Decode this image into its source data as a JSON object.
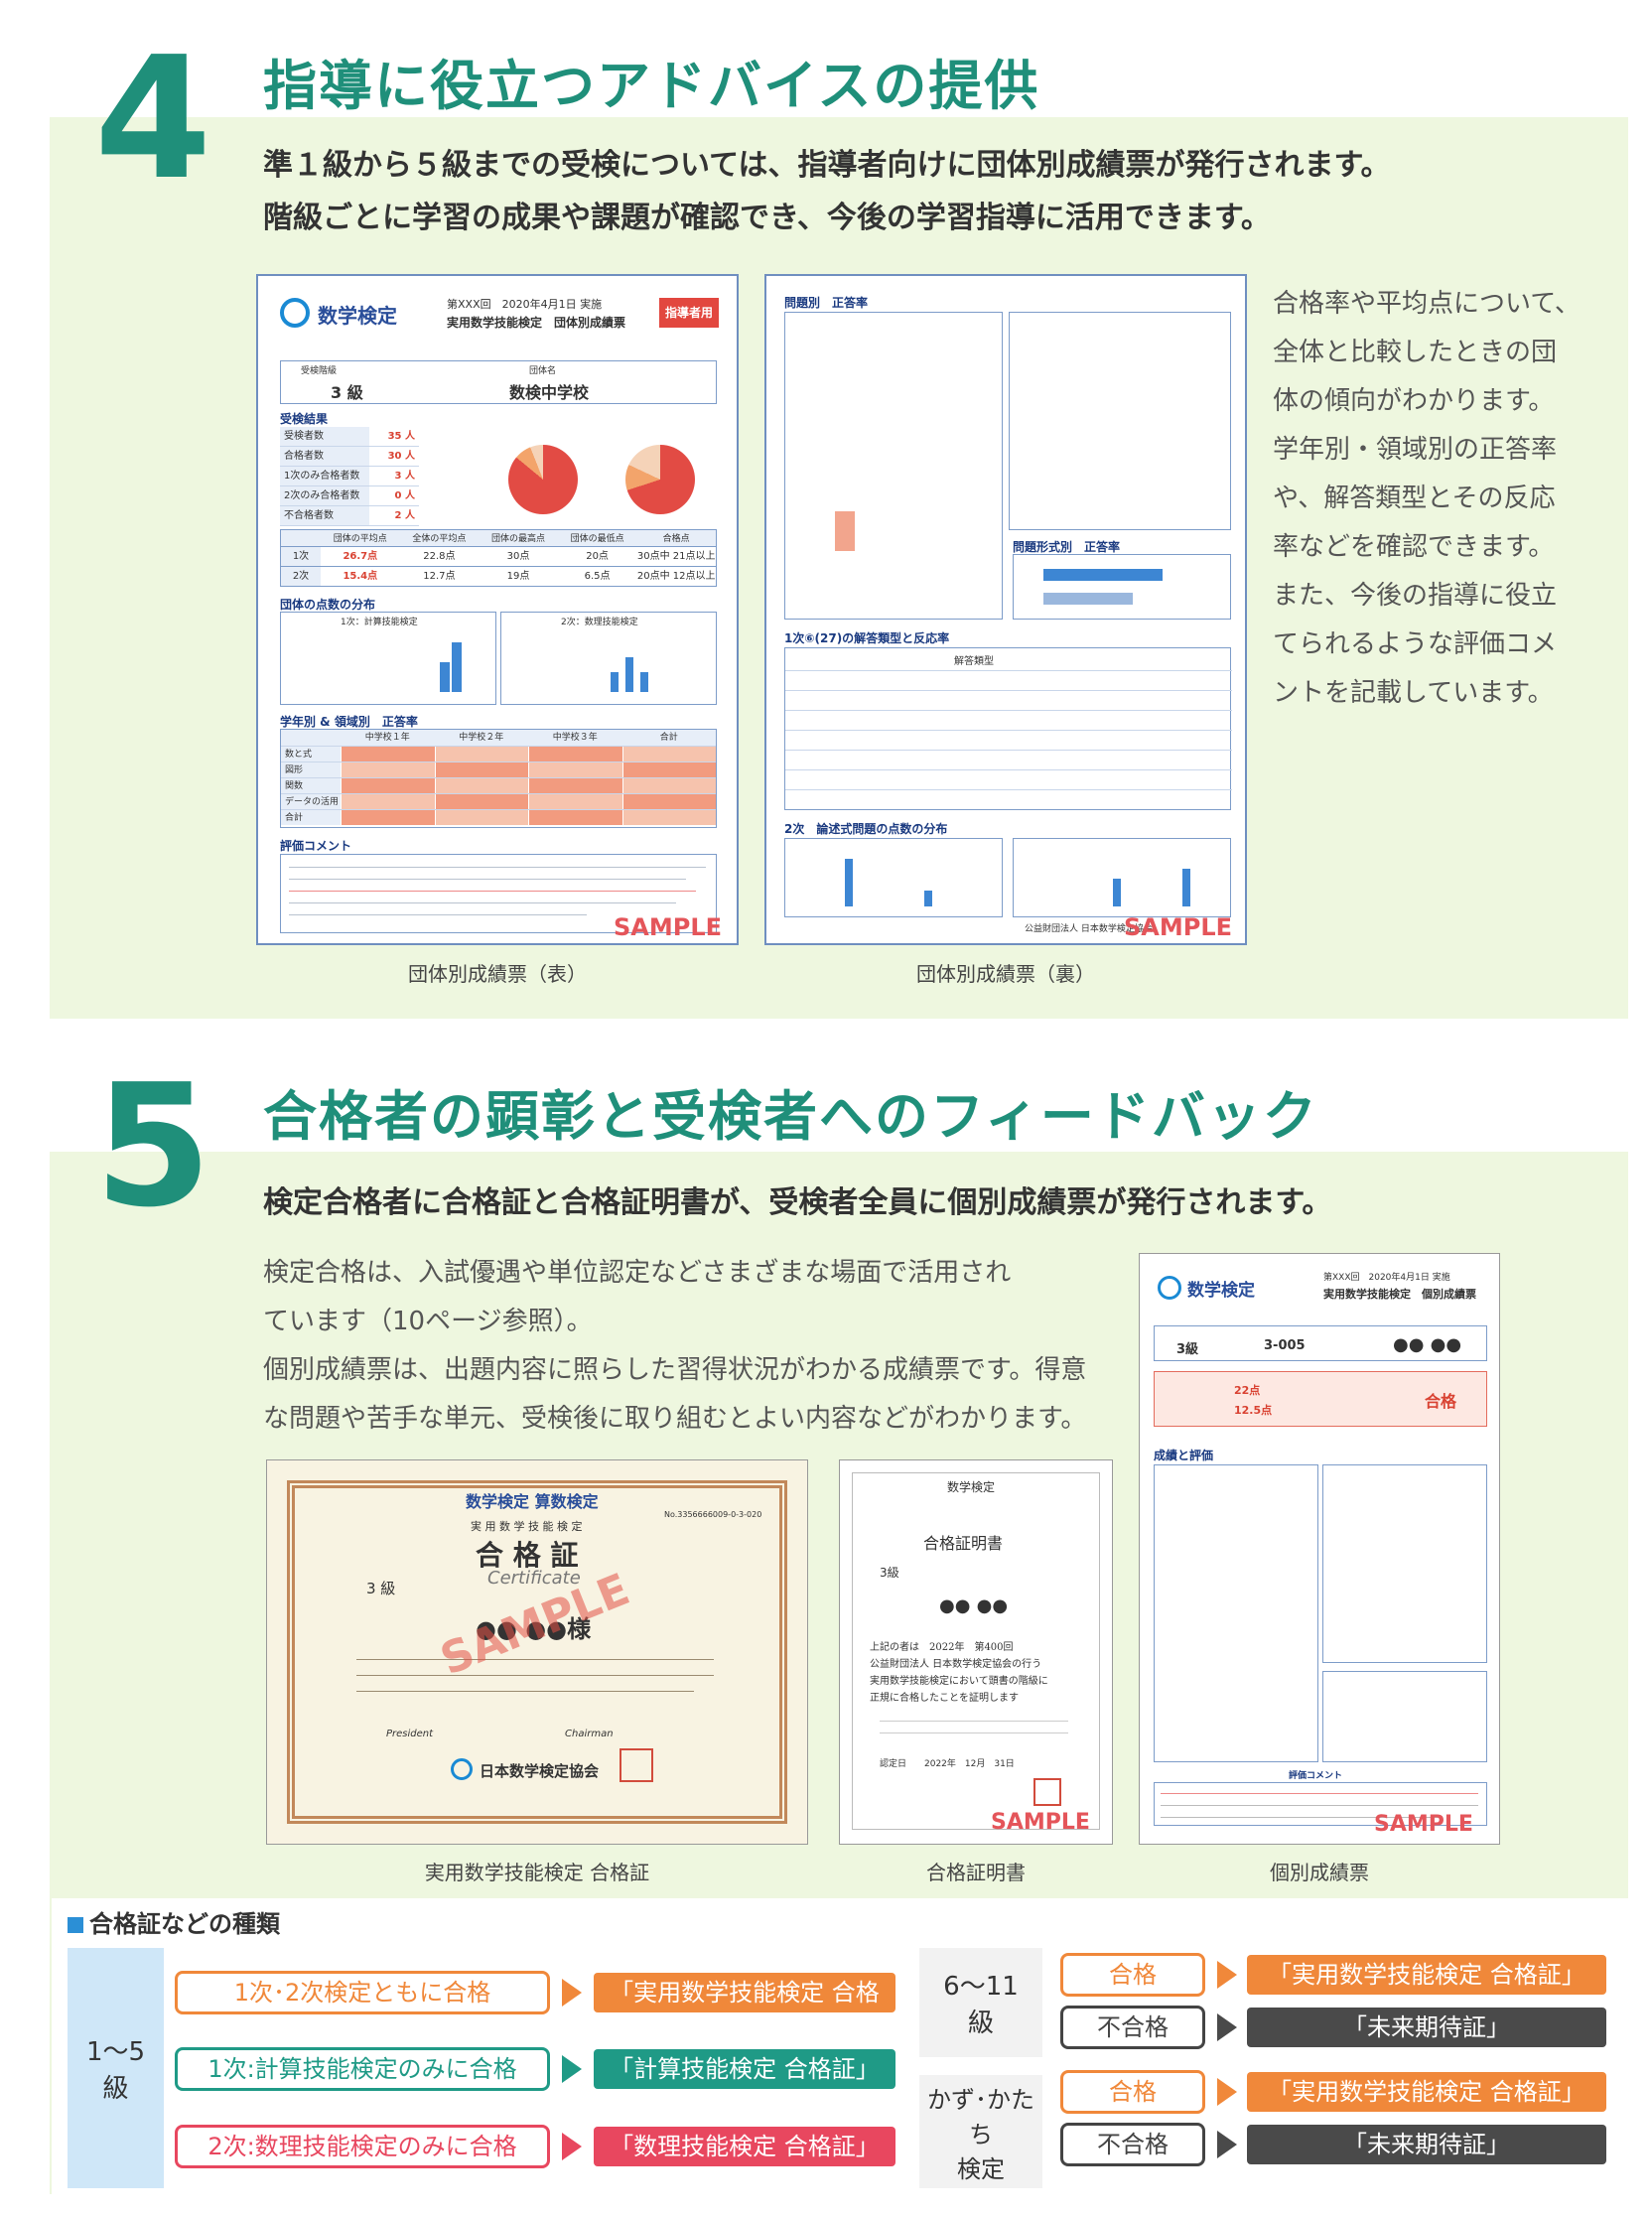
{
  "section4": {
    "number": "4",
    "title": "指導に役立つアドバイスの提供",
    "lead_line1": "準１級から５級までの受検については、指導者向けに団体別成績票が発行されます。",
    "lead_line2": "階級ごとに学習の成果や課題が確認でき、今後の学習指導に活用できます。",
    "side_text": [
      "合格率や平均点について、",
      "全体と比較したときの団",
      "体の傾向がわかります。",
      "学年別・領域別の正答率",
      "や、解答類型とその反応",
      "率などを確認できます。",
      "また、今後の指導に役立",
      "てられるような評価コメ",
      "ントを記載しています。"
    ],
    "front": {
      "logo": "数学検定",
      "session": "第XXX回　2020年4月1日 実施",
      "doc_title": "実用数学技能検定　団体別成績票",
      "badge": "指導者用",
      "grade_label": "受検階級",
      "grade": "3 級",
      "group_label": "団体名",
      "group": "数検中学校",
      "sec_results": "受検結果",
      "rows": [
        {
          "label": "受検者数",
          "value": "35 人"
        },
        {
          "label": "合格者数",
          "value": "30 人"
        },
        {
          "label": "1次のみ合格者数",
          "value": "3 人"
        },
        {
          "label": "2次のみ合格者数",
          "value": "0 人"
        },
        {
          "label": "不合格者数",
          "value": "2 人"
        }
      ],
      "score_headers": [
        "団体の平均点",
        "全体の平均点",
        "団体の最高点",
        "団体の最低点",
        "合格点"
      ],
      "score_rows": [
        {
          "label": "1次",
          "values": [
            "26.7点",
            "22.8点",
            "30点",
            "20点",
            "30点中 21点以上"
          ]
        },
        {
          "label": "2次",
          "values": [
            "15.4点",
            "12.7点",
            "19点",
            "6.5点",
            "20点中 12点以上"
          ]
        }
      ],
      "sec_dist": "団体の点数の分布",
      "dist1": "1次：計算技能検定",
      "dist2": "2次：数理技能検定",
      "sec_grade": "学年別 & 領域別　正答率",
      "grade_cols": [
        "中学校１年",
        "中学校２年",
        "中学校３年",
        "合計"
      ],
      "grade_rows": [
        "数と式",
        "図形",
        "関数",
        "データの活用",
        "合計"
      ],
      "sec_comment": "評価コメント",
      "sample": "SAMPLE"
    },
    "back": {
      "sec_by_q": "問題別　正答率",
      "sec_type": "問題形式別　正答率",
      "sec_answer": "1次⑥(27)の解答類型と反応率",
      "answer_header": "解答類型",
      "sec_dist": "2次　論述式問題の点数の分布",
      "sample": "SAMPLE",
      "footer": "公益財団法人 日本数学検定協会"
    },
    "caption_front": "団体別成績票（表）",
    "caption_back": "団体別成績票（裏）"
  },
  "section5": {
    "number": "5",
    "title": "合格者の顕彰と受検者へのフィードバック",
    "lead": "検定合格者に合格証と合格証明書が、受検者全員に個別成績票が発行されます。",
    "body": [
      "検定合格は、入試優遇や単位認定などさまざまな場面で活用され",
      "ています（10ページ参照）。",
      "個別成績票は、出題内容に照らした習得状況がわかる成績票です。得意",
      "な問題や苦手な単元、受検後に取り組むとよい内容などがわかります。"
    ],
    "certificate": {
      "header": "数学検定 算数検定",
      "org_line": "実 用 数 学 技 能 検 定",
      "title": "合 格 証",
      "title_en": "Certificate",
      "grade": "3 級",
      "name": "●● ●●様",
      "number": "No.3356666009-0-3-020",
      "org": "日本数学検定協会",
      "president": "President",
      "chairman": "Chairman",
      "sample": "SAMPLE",
      "caption": "実用数学技能検定 合格証"
    },
    "proof": {
      "header": "数学検定",
      "title": "合格証明書",
      "grade": "3級",
      "name": "●● ●●",
      "text": [
        "上記の者は　2022年　第400回",
        "公益財団法人 日本数学検定協会の行う",
        "実用数学技能検定において頭書の階級に",
        "正規に合格したことを証明します"
      ],
      "date": "認定日　　2022年　12月　31日",
      "sample": "SAMPLE",
      "caption": "合格証明書"
    },
    "individual": {
      "logo": "数学検定",
      "session": "第XXX回　2020年4月1日 実施",
      "doc_title": "実用数学技能検定　個別成績票",
      "grade": "3級",
      "id": "3-005",
      "name": "●● ●●",
      "score1": "22点",
      "score2": "12.5点",
      "result": "合格",
      "sec": "成績と評価",
      "sec_comment": "評価コメント",
      "sample": "SAMPLE",
      "caption": "個別成績票"
    }
  },
  "types": {
    "heading": "合格証などの種類",
    "left_grade": "1～5\n級",
    "left_rows": [
      {
        "condition": "1次･2次検定ともに合格",
        "result": "「実用数学技能検定 合格証」"
      },
      {
        "condition": "1次:計算技能検定のみに合格",
        "result": "「計算技能検定 合格証」"
      },
      {
        "condition": "2次:数理技能検定のみに合格",
        "result": "「数理技能検定 合格証」"
      }
    ],
    "right_groups": [
      {
        "grade": "6～11\n級",
        "pass": "合格",
        "pass_result": "「実用数学技能検定 合格証」",
        "fail": "不合格",
        "fail_result": "「未来期待証」"
      },
      {
        "grade": "かず･かたち\n検定",
        "pass": "合格",
        "pass_result": "「実用数学技能検定 合格証」",
        "fail": "不合格",
        "fail_result": "「未来期待証」"
      }
    ],
    "colors": {
      "orange": "#f0883a",
      "teal": "#1f9a86",
      "pink": "#e8475f",
      "dark": "#4a4a4a"
    }
  }
}
